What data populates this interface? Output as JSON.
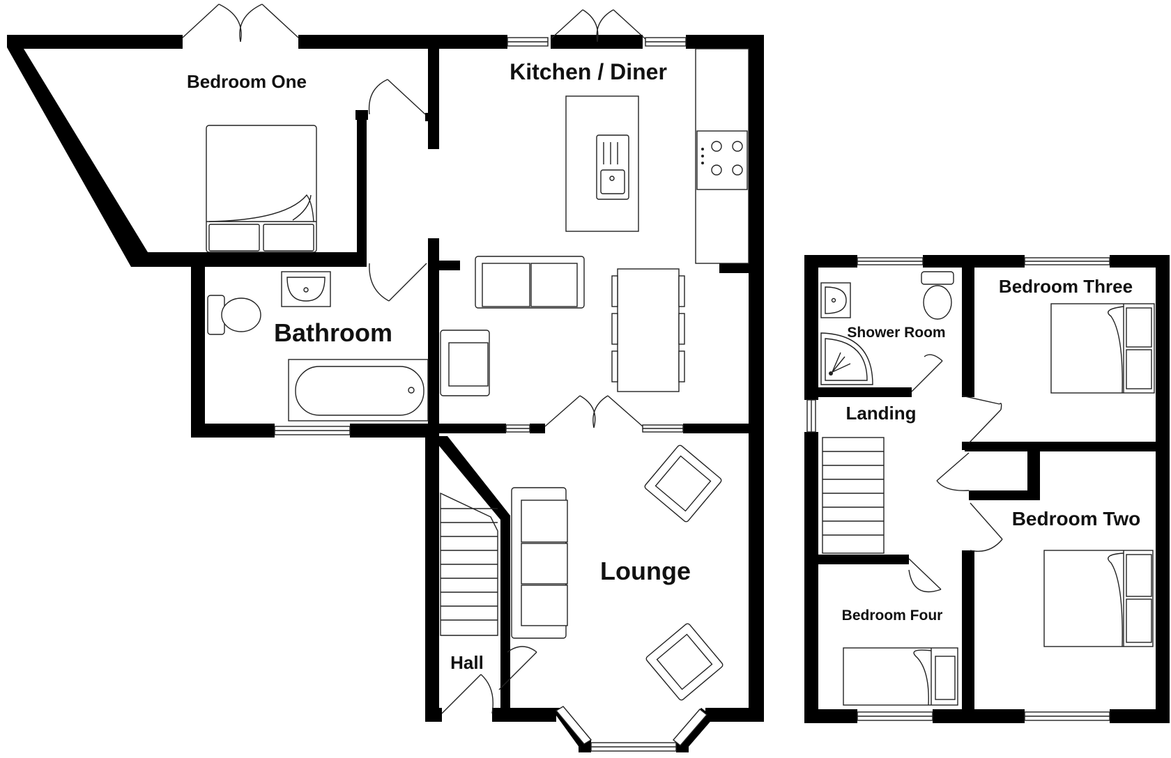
{
  "colors": {
    "wall": "#000000",
    "fixture": "#222222",
    "background": "#ffffff"
  },
  "rooms": {
    "bedroom_one": "Bedroom One",
    "kitchen_diner": "Kitchen / Diner",
    "bathroom": "Bathroom",
    "lounge": "Lounge",
    "hall": "Hall",
    "shower_room": "Shower Room",
    "bedroom_three": "Bedroom Three",
    "landing": "Landing",
    "bedroom_two": "Bedroom Two",
    "bedroom_four": "Bedroom Four"
  }
}
